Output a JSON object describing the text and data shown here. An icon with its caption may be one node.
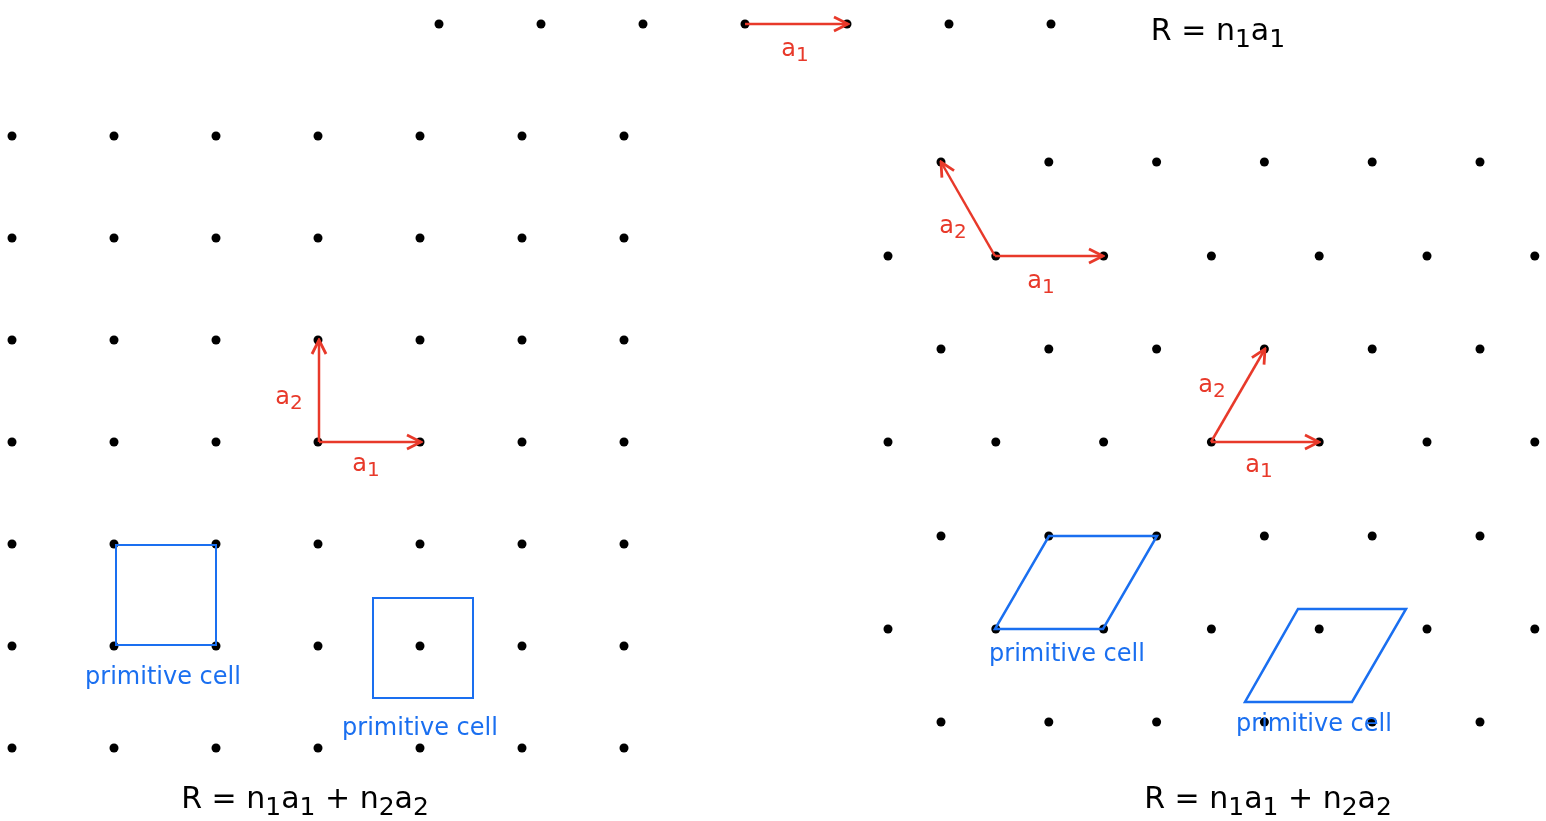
{
  "diagram": {
    "nodes": [
      {
        "text": [],
        "shape": "box",
        "beside": [
          "primitive cell"
        ]
      },
      {
        "text": [],
        "shape": "box",
        "beside": [
          "primitive cell"
        ]
      },
      {
        "text": [],
        "shape": "parallelogram",
        "beside": [
          "primitive cell"
        ]
      },
      {
        "text": [],
        "shape": "parallelogram",
        "beside": [
          "primitive cell"
        ]
      }
    ],
    "labels": [
      "a$_{1}$",
      "R = n$_{1}$a$_{1}$",
      "a$_{2}$",
      "a$_{1}$",
      "a$_{2}$",
      "a$_{1}$",
      "a$_{2}$",
      "a$_{1}$",
      "R = n$_{1}$a$_{1}$ + n$_{2}$a$_{2}$",
      "R = n$_{1}$a$_{1}$ + n$_{2}$a$_{2}$"
    ]
  }
}
